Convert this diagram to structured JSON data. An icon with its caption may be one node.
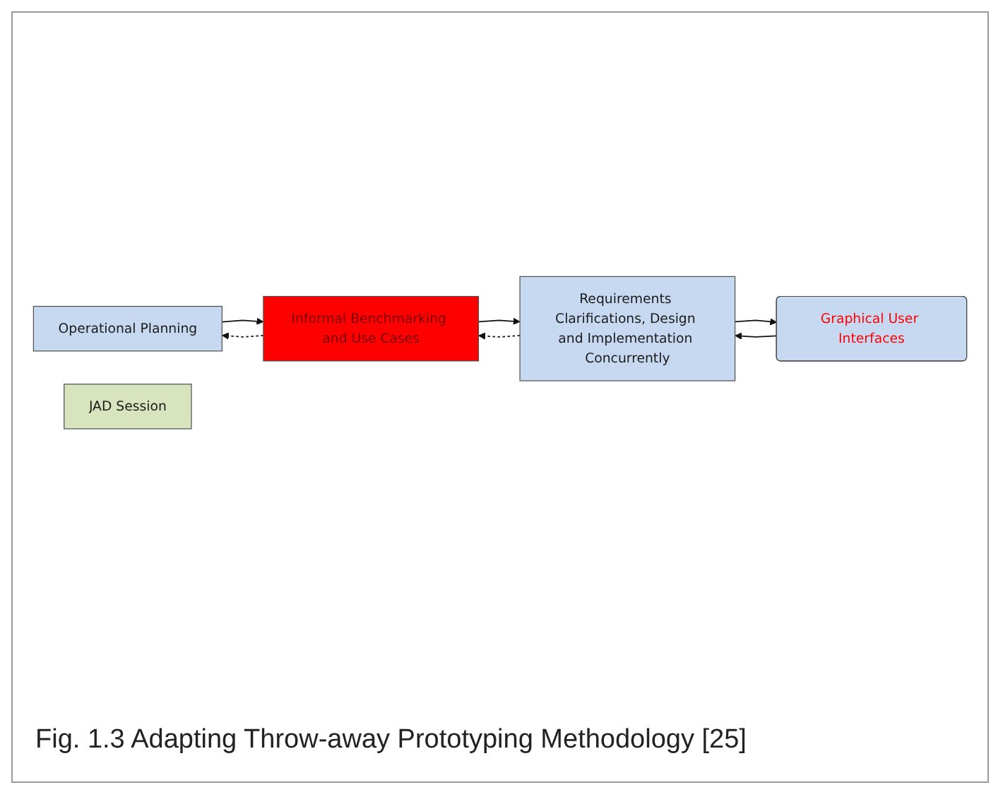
{
  "diagram": {
    "caption": "Fig. 1.3 Adapting Throw-away Prototyping Methodology [25]",
    "nodes": [
      {
        "text": [
          "Operational Planning"
        ]
      },
      {
        "text": [
          "Informal Benchmarking and Use Cases"
        ]
      },
      {
        "text": [
          "Requirements Clarifications, Design and Implementation Concurrently"
        ]
      },
      {
        "text": [
          "JAD Session"
        ]
      },
      {
        "text": [
          "Graphical User Interfaces"
        ]
      }
    ],
    "edges": [
      {
        "from": 0,
        "to": 1,
        "arrow": "to"
      },
      {
        "from": 1,
        "to": 0,
        "arrow": "to",
        "style": "dashed"
      },
      {
        "from": 1,
        "to": 2,
        "arrow": "to"
      },
      {
        "from": 2,
        "to": 1,
        "arrow": "to",
        "style": "dashed"
      },
      {
        "from": 2,
        "to": 4,
        "arrow": "to"
      },
      {
        "from": 4,
        "to": 2,
        "arrow": "to"
      }
    ]
  }
}
